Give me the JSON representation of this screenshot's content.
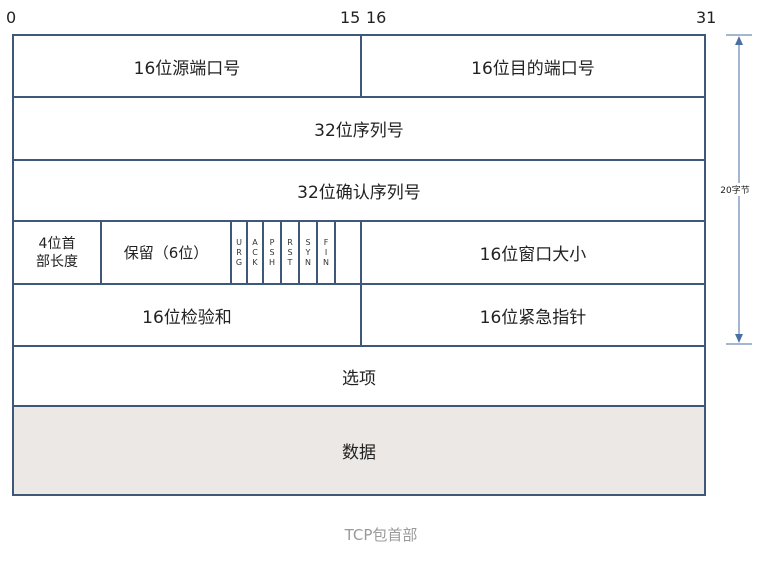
{
  "bit_ticks": {
    "start": "0",
    "mid_left": "15",
    "mid_right": "16",
    "end": "31"
  },
  "rows": {
    "ports": {
      "src": "16位源端口号",
      "dst": "16位目的端口号"
    },
    "seq": "32位序列号",
    "ack": "32位确认序列号",
    "control": {
      "header_len": [
        "4位首",
        "部长度"
      ],
      "reserved": "保留（6位）",
      "flags": [
        [
          "U",
          "R",
          "G"
        ],
        [
          "A",
          "C",
          "K"
        ],
        [
          "P",
          "S",
          "H"
        ],
        [
          "R",
          "S",
          "T"
        ],
        [
          "S",
          "Y",
          "N"
        ],
        [
          "F",
          "I",
          "N"
        ]
      ],
      "window": "16位窗口大小"
    },
    "check": {
      "checksum": "16位检验和",
      "urgent": "16位紧急指针"
    },
    "options": "选项",
    "data": "数据"
  },
  "dimension_label": "20字节",
  "caption": "TCP包首部",
  "colors": {
    "border": "#3f5878",
    "data_fill": "#ece8e5",
    "dimension_line": "#4a6fa5",
    "caption": "#9a9a9a"
  }
}
